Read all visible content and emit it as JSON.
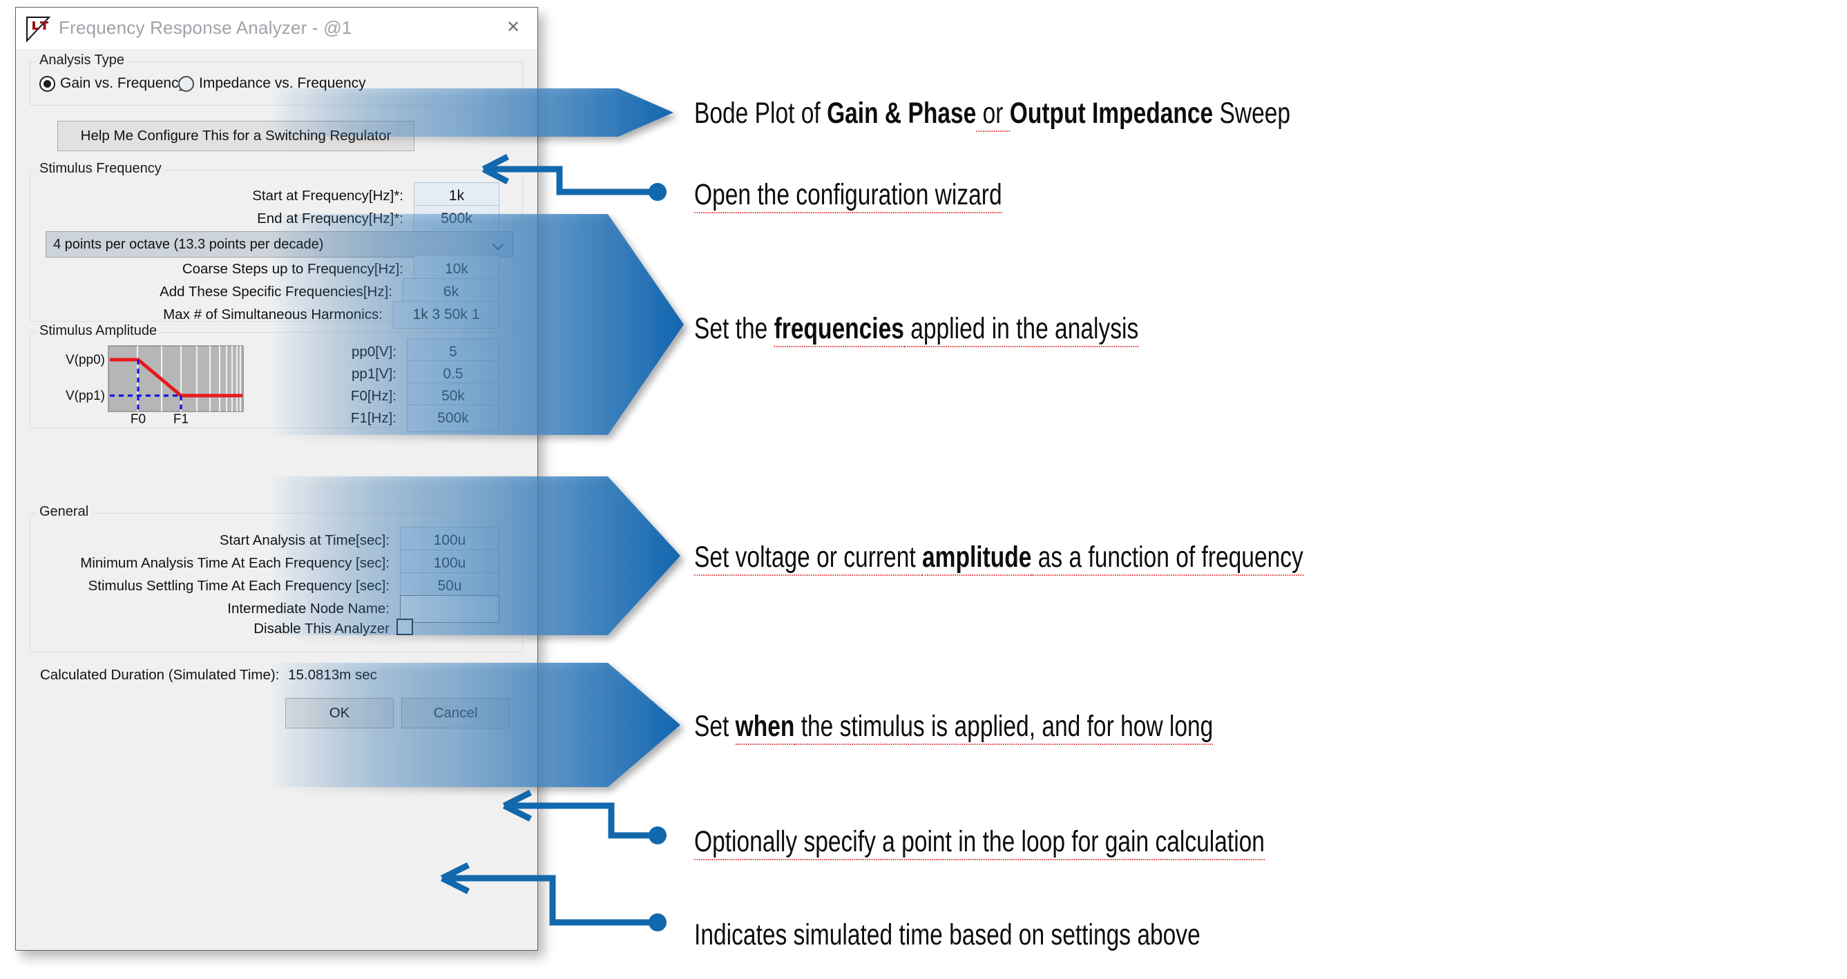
{
  "window": {
    "title": "Frequency Response Analyzer - @1",
    "logo_name": "ltspice-logo",
    "close_label": "✕"
  },
  "analysis_type": {
    "group_label": "Analysis Type",
    "options": [
      {
        "label": "Gain vs. Frequency",
        "selected": true
      },
      {
        "label": "Impedance vs. Frequency",
        "selected": false
      }
    ]
  },
  "wizard_button": {
    "label": "Help Me Configure This for a Switching Regulator"
  },
  "stimulus_frequency": {
    "group_label": "Stimulus Frequency",
    "rows": [
      {
        "label": "Start at Frequency[Hz]*:",
        "value": "1k"
      },
      {
        "label": "End at Frequency[Hz]*:",
        "value": "500k"
      }
    ],
    "resolution_select": "4 points per octave (13.3 points per decade)",
    "rows2": [
      {
        "label": "Coarse Steps up to Frequency[Hz]:",
        "value": "10k"
      },
      {
        "label": "Add These Specific Frequencies[Hz]:",
        "value": "6k"
      },
      {
        "label": "Max # of Simultaneous Harmonics:",
        "value": "1k 3 50k 1"
      }
    ]
  },
  "stimulus_amplitude": {
    "group_label": "Stimulus Amplitude",
    "plot": {
      "y_labels": [
        "V(pp0)",
        "V(pp1)"
      ],
      "x_labels": [
        "F0",
        "F1"
      ],
      "curve_color": "#e8191c",
      "guide_color": "#1414e8",
      "bg_color": "#b6b6b6"
    },
    "rows": [
      {
        "label": "pp0[V]:",
        "value": "5"
      },
      {
        "label": "pp1[V]:",
        "value": "0.5"
      },
      {
        "label": "F0[Hz]:",
        "value": "50k"
      },
      {
        "label": "F1[Hz]:",
        "value": "500k"
      }
    ]
  },
  "general": {
    "group_label": "General",
    "rows": [
      {
        "label": "Start Analysis at Time[sec]:",
        "value": "100u"
      },
      {
        "label": "Minimum Analysis Time At Each Frequency [sec]:",
        "value": "100u"
      },
      {
        "label": "Stimulus Settling Time At Each Frequency [sec]:",
        "value": "50u"
      },
      {
        "label": "Intermediate Node Name:",
        "value": ""
      }
    ],
    "checkbox": {
      "label": "Disable This Analyzer",
      "checked": false
    }
  },
  "footer": {
    "duration_label": "Calculated Duration (Simulated Time):",
    "duration_value": "15.0813m sec",
    "ok_label": "OK",
    "cancel_label": "Cancel"
  },
  "annotations": [
    {
      "id": "a1",
      "parts": [
        {
          "t": "Bode Plot of ",
          "b": false,
          "sp": false
        },
        {
          "t": "Gain & Phase",
          "b": true,
          "sp": false
        },
        {
          "t": " or ",
          "b": false,
          "sp": true
        },
        {
          "t": "Output Impedance",
          "b": true,
          "sp": false
        },
        {
          "t": " Sweep",
          "b": false,
          "sp": false
        }
      ]
    },
    {
      "id": "a2",
      "parts": [
        {
          "t": "Open the configuration wizard",
          "b": false,
          "sp": true
        }
      ]
    },
    {
      "id": "a3",
      "parts": [
        {
          "t": "Set the ",
          "b": false,
          "sp": false
        },
        {
          "t": "frequencies",
          "b": true,
          "sp": true
        },
        {
          "t": " applied in the analysis",
          "b": false,
          "sp": true
        }
      ]
    },
    {
      "id": "a4",
      "parts": [
        {
          "t": "Set voltage or current ",
          "b": false,
          "sp": true
        },
        {
          "t": "amplitude",
          "b": true,
          "sp": true
        },
        {
          "t": " as a function of frequency",
          "b": false,
          "sp": true
        }
      ]
    },
    {
      "id": "a5",
      "parts": [
        {
          "t": "Set ",
          "b": false,
          "sp": false
        },
        {
          "t": "when",
          "b": true,
          "sp": true
        },
        {
          "t": " the stimulus is applied, and for how long",
          "b": false,
          "sp": true
        }
      ]
    },
    {
      "id": "a6",
      "parts": [
        {
          "t": "Optionally specify a point in the loop for gain calculation",
          "b": false,
          "sp": true
        }
      ]
    },
    {
      "id": "a7",
      "parts": [
        {
          "t": "Indicates simulated time based on settings above",
          "b": false,
          "sp": false
        }
      ]
    }
  ],
  "colors": {
    "accent_blue": "#1f6fb5",
    "arrow_blue": "#1268ad",
    "dialog_bg": "#f0f0f0",
    "field_bg": "#e4ecf5"
  }
}
